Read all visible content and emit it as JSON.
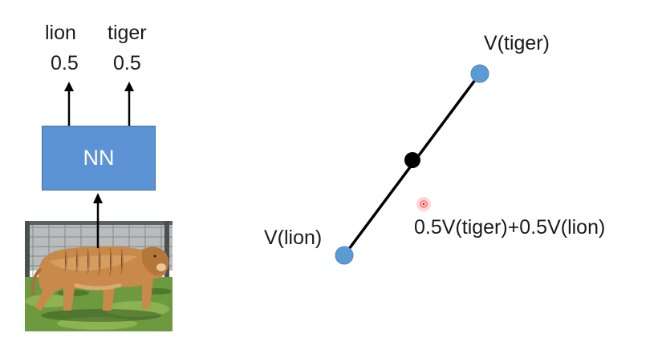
{
  "outputs": [
    {
      "label": "lion",
      "prob": "0.5"
    },
    {
      "label": "tiger",
      "prob": "0.5"
    }
  ],
  "network_label": "NN",
  "embedding": {
    "tiger_label": "V(tiger)",
    "lion_label": "V(lion)",
    "mix_label": "0.5V(tiger)+0.5V(lion)"
  },
  "colors": {
    "box_fill": "#5b93d5",
    "point_fill": "#5b9bd5",
    "line": "#000000",
    "cursor": "#e53935"
  },
  "icons": {
    "input_image": "liger-photo",
    "cursor": "red-cursor-dot-icon"
  }
}
